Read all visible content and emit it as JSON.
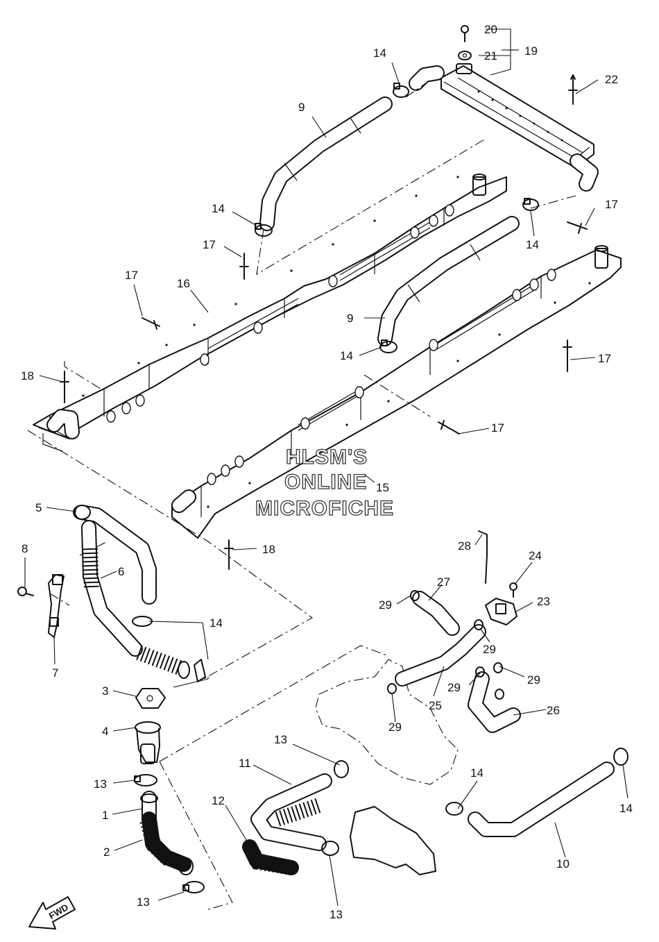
{
  "callouts": [
    {
      "id": "c20",
      "text": "20"
    },
    {
      "id": "c21",
      "text": "21"
    },
    {
      "id": "c19",
      "text": "19"
    },
    {
      "id": "c22",
      "text": "22"
    },
    {
      "id": "c14a",
      "text": "14"
    },
    {
      "id": "c9a",
      "text": "9"
    },
    {
      "id": "c14b",
      "text": "14"
    },
    {
      "id": "c17a",
      "text": "17"
    },
    {
      "id": "c14c",
      "text": "14"
    },
    {
      "id": "c17b",
      "text": "17"
    },
    {
      "id": "c17c",
      "text": "17"
    },
    {
      "id": "c16",
      "text": "16"
    },
    {
      "id": "c9b",
      "text": "9"
    },
    {
      "id": "c14d",
      "text": "14"
    },
    {
      "id": "c17d",
      "text": "17"
    },
    {
      "id": "c18a",
      "text": "18"
    },
    {
      "id": "c17e",
      "text": "17"
    },
    {
      "id": "c15",
      "text": "15"
    },
    {
      "id": "c5",
      "text": "5"
    },
    {
      "id": "c18b",
      "text": "18"
    },
    {
      "id": "c8",
      "text": "8"
    },
    {
      "id": "c6",
      "text": "6"
    },
    {
      "id": "c28",
      "text": "28"
    },
    {
      "id": "c24",
      "text": "24"
    },
    {
      "id": "c27",
      "text": "27"
    },
    {
      "id": "c29a",
      "text": "29"
    },
    {
      "id": "c23",
      "text": "23"
    },
    {
      "id": "c14e",
      "text": "14"
    },
    {
      "id": "c7",
      "text": "7"
    },
    {
      "id": "c29b",
      "text": "29"
    },
    {
      "id": "c3",
      "text": "3"
    },
    {
      "id": "c29c",
      "text": "29"
    },
    {
      "id": "c29d",
      "text": "29"
    },
    {
      "id": "c25",
      "text": "25"
    },
    {
      "id": "c26",
      "text": "26"
    },
    {
      "id": "c4",
      "text": "4"
    },
    {
      "id": "c29e",
      "text": "29"
    },
    {
      "id": "c13a",
      "text": "13"
    },
    {
      "id": "c11",
      "text": "11"
    },
    {
      "id": "c13b",
      "text": "13"
    },
    {
      "id": "c14f",
      "text": "14"
    },
    {
      "id": "c14g",
      "text": "14"
    },
    {
      "id": "c1",
      "text": "1"
    },
    {
      "id": "c12",
      "text": "12"
    },
    {
      "id": "c2",
      "text": "2"
    },
    {
      "id": "c10",
      "text": "10"
    },
    {
      "id": "c13c",
      "text": "13"
    },
    {
      "id": "c13d",
      "text": "13"
    }
  ],
  "watermark": {
    "line1": "HLSM'S",
    "line2": "ONLINE",
    "line3": "MICROFICHE"
  },
  "fwd_label": "FWD"
}
